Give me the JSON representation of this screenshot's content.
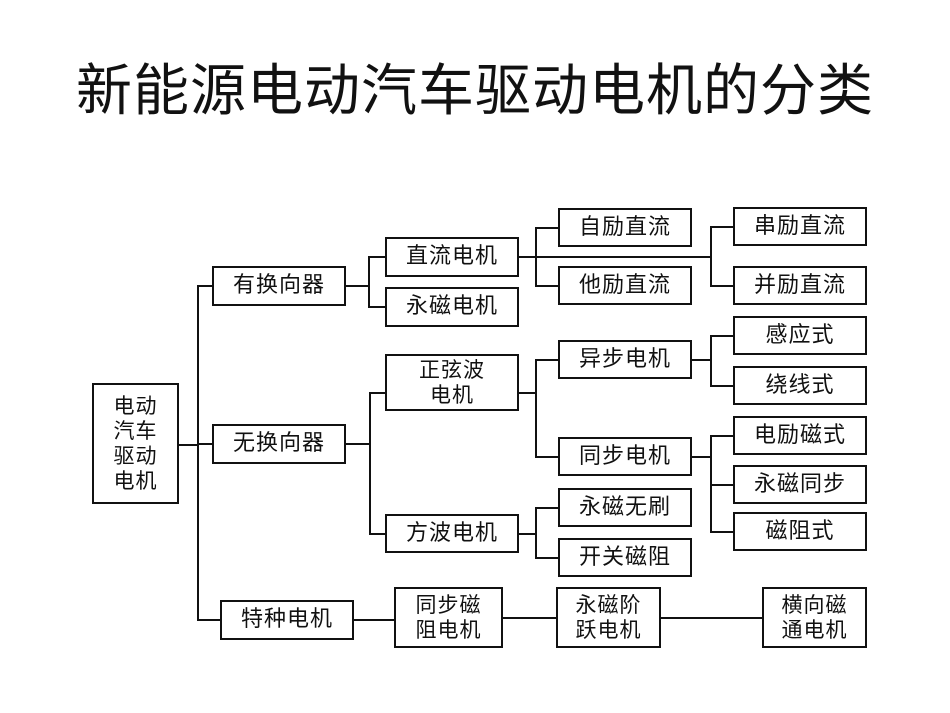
{
  "title": "新能源电动汽车驱动电机的分类",
  "diagram": {
    "root": "电动\n汽车\n驱动\n电机",
    "level1": {
      "commutator": "有换向器",
      "brushless": "无换向器",
      "special": "特种电机"
    },
    "commutator_children": {
      "dc_motor": "直流电机",
      "pm_motor": "永磁电机"
    },
    "dc_children": {
      "self_excited": "自励直流",
      "separately_excited": "他励直流"
    },
    "self_excited_children": {
      "series": "串励直流",
      "shunt": "并励直流"
    },
    "brushless_children": {
      "sine_wave": "正弦波\n电机",
      "square_wave": "方波电机"
    },
    "sine_children": {
      "async": "异步电机",
      "sync": "同步电机"
    },
    "async_children": {
      "induction": "感应式",
      "wound": "绕线式"
    },
    "sync_children": {
      "electric_excitation": "电励磁式",
      "pm_sync": "永磁同步",
      "reluctance": "磁阻式"
    },
    "square_children": {
      "pm_brushless": "永磁无刷",
      "switched_reluctance": "开关磁阻"
    },
    "special_chain": {
      "sync_reluctance": "同步磁\n阻电机",
      "pm_stepper": "永磁阶\n跃电机",
      "transverse_flux": "横向磁\n通电机"
    }
  }
}
